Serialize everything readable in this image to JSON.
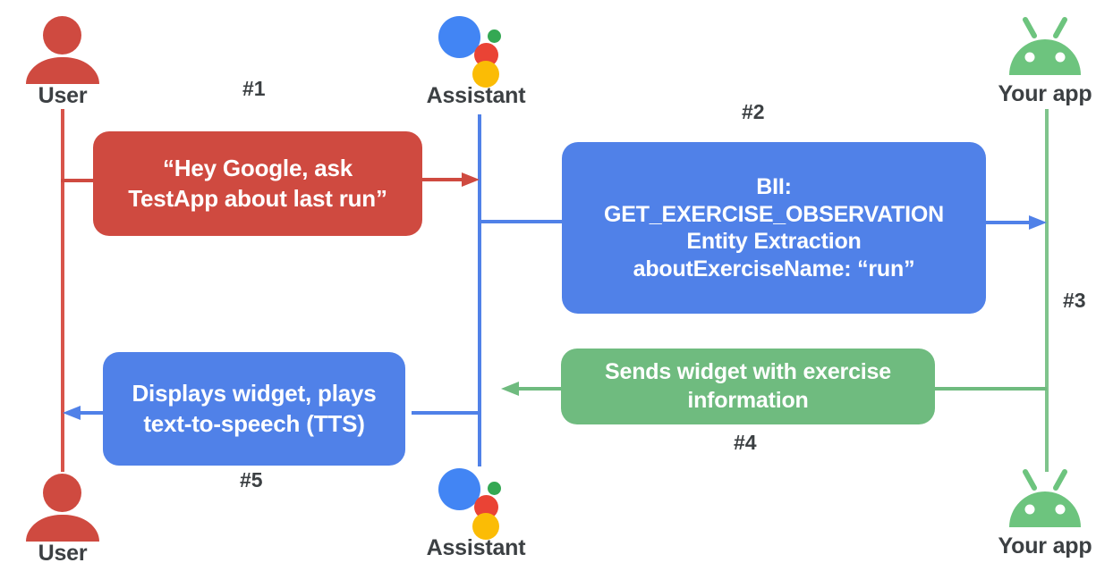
{
  "diagram": {
    "title": "Assistant App Actions sequence diagram",
    "background": "#ffffff"
  },
  "colors": {
    "red": "#cf4a40",
    "blue": "#5081e8",
    "green": "#6fbb7f",
    "android_green": "#6dc47e",
    "label_gray": "#3c4043",
    "assistant_blue": "#4285f4",
    "assistant_red": "#ea4335",
    "assistant_yellow": "#fbbc05",
    "assistant_green": "#34a853"
  },
  "actors": {
    "top": [
      {
        "id": "user",
        "label": "User",
        "icon": "user-icon"
      },
      {
        "id": "assistant",
        "label": "Assistant",
        "icon": "google-assistant-icon"
      },
      {
        "id": "app",
        "label": "Your app",
        "icon": "android-icon"
      }
    ],
    "bottom": [
      {
        "id": "user",
        "label": "User",
        "icon": "user-icon"
      },
      {
        "id": "assistant",
        "label": "Assistant",
        "icon": "google-assistant-icon"
      },
      {
        "id": "app",
        "label": "Your app",
        "icon": "android-icon"
      }
    ]
  },
  "steps": [
    {
      "number": "#1"
    },
    {
      "number": "#2"
    },
    {
      "number": "#3"
    },
    {
      "number": "#4"
    },
    {
      "number": "#5"
    }
  ],
  "messages": {
    "step1": {
      "number": "#1",
      "color": "red",
      "from": "User",
      "to": "Assistant",
      "lines": [
        "“Hey Google, ask",
        "TestApp about last run”"
      ]
    },
    "step2": {
      "number": "#2",
      "color": "blue",
      "from": "Assistant",
      "to": "Your app",
      "lines": [
        "BII:",
        "GET_EXERCISE_OBSERVATION",
        "Entity Extraction",
        "aboutExerciseName: “run”"
      ]
    },
    "step3": {
      "number": "#3",
      "color": "blue",
      "from": "Assistant",
      "to": "Your app",
      "lines": []
    },
    "step4": {
      "number": "#4",
      "color": "green",
      "from": "Your app",
      "to": "Assistant",
      "lines": [
        "Sends widget with exercise",
        "information"
      ]
    },
    "step5": {
      "number": "#5",
      "color": "blue",
      "from": "Assistant",
      "to": "User",
      "lines": [
        "Displays widget, plays",
        "text-to-speech (TTS)"
      ]
    }
  }
}
